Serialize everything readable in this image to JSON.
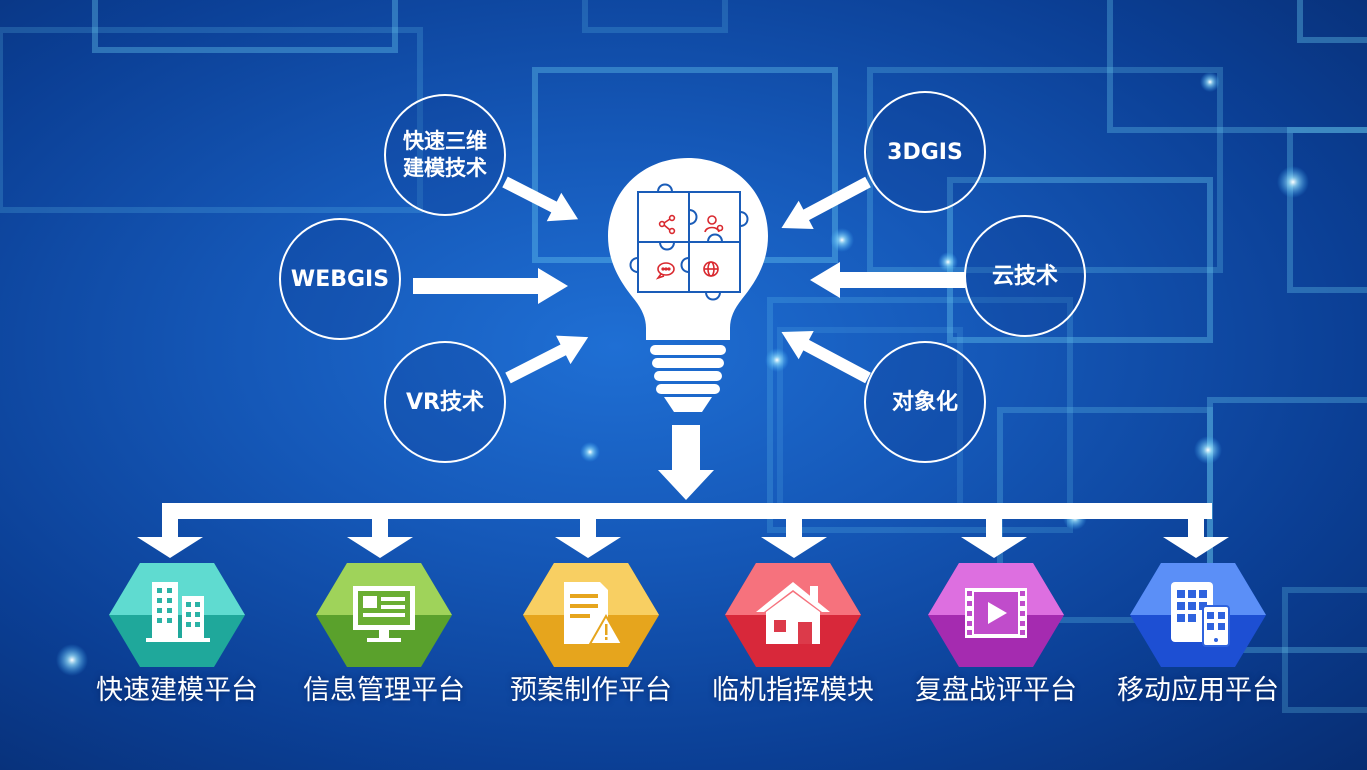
{
  "technologies": [
    {
      "id": "rapid-3d-modeling",
      "label": "快速三维\n建模技术"
    },
    {
      "id": "webgis",
      "label": "WEBGIS"
    },
    {
      "id": "vr",
      "label": "VR技术"
    },
    {
      "id": "3dgis",
      "label": "3DGIS"
    },
    {
      "id": "cloud",
      "label": "云技术"
    },
    {
      "id": "objectification",
      "label": "对象化"
    }
  ],
  "modules": [
    {
      "label": "快速建模平台",
      "icon": "buildings-icon",
      "color_top": "#5fdbd0",
      "color_bottom": "#1fa89b"
    },
    {
      "label": "信息管理平台",
      "icon": "monitor-icon",
      "color_top": "#9fd35a",
      "color_bottom": "#5aa12c"
    },
    {
      "label": "预案制作平台",
      "icon": "document-warning-icon",
      "color_top": "#f8cf62",
      "color_bottom": "#e6a51d"
    },
    {
      "label": "临机指挥模块",
      "icon": "house-icon",
      "color_top": "#f6727d",
      "color_bottom": "#d8283a"
    },
    {
      "label": "复盘战评平台",
      "icon": "video-play-icon",
      "color_top": "#dd6fe0",
      "color_bottom": "#a52bb0"
    },
    {
      "label": "移动应用平台",
      "icon": "tablet-phone-icon",
      "color_top": "#5b8ff7",
      "color_bottom": "#1d4fd3"
    }
  ],
  "bulb": {
    "icons": [
      "share-icon",
      "user-settings-icon",
      "chat-icon",
      "globe-icon"
    ],
    "icon_color": "#d9292f"
  }
}
